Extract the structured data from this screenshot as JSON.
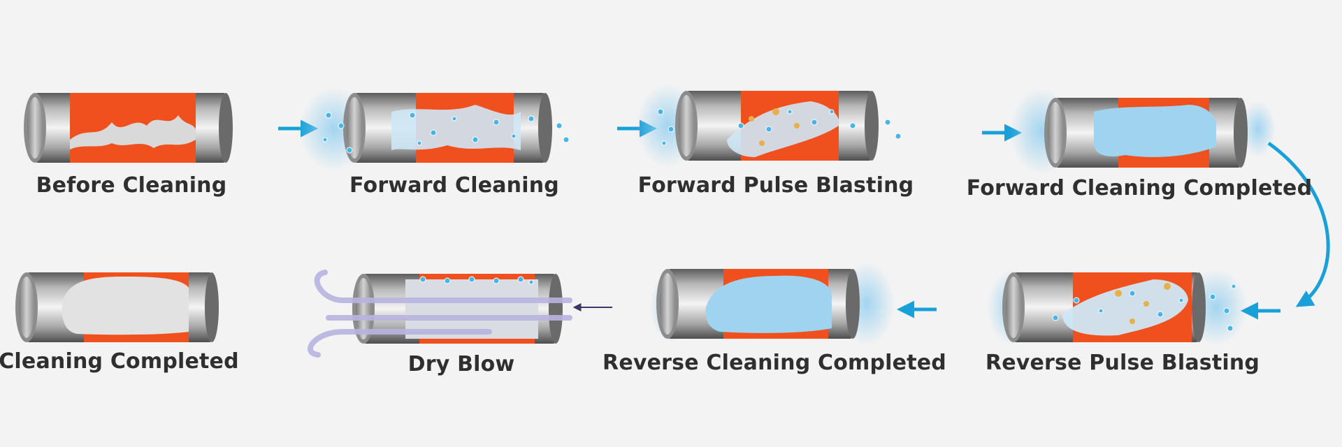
{
  "colors": {
    "background": "#f3f3f3",
    "tube_metal": "#9a9a9a",
    "deposit": "#f0501e",
    "water": "#9fd3f0",
    "bubble": "#49b4e6",
    "arrow": "#1aa0d9",
    "air": "#b8b4e0",
    "air_arrow": "#3c3766",
    "label_text": "#2f2f2f"
  },
  "steps": [
    {
      "id": "before-cleaning",
      "label": "Before Cleaning",
      "state": "dirty"
    },
    {
      "id": "forward-cleaning",
      "label": "Forward Cleaning",
      "state": "washing-forward"
    },
    {
      "id": "forward-pulse-blasting",
      "label": "Forward Pulse Blasting",
      "state": "blasting-forward"
    },
    {
      "id": "forward-cleaning-completed",
      "label": "Forward Cleaning Completed",
      "state": "half-clean"
    },
    {
      "id": "reverse-pulse-blasting",
      "label": "Reverse Pulse Blasting",
      "state": "blasting-reverse"
    },
    {
      "id": "reverse-cleaning-completed",
      "label": "Reverse Cleaning Completed",
      "state": "clean-wet"
    },
    {
      "id": "dry-blow",
      "label": "Dry Blow",
      "state": "drying"
    },
    {
      "id": "cleaning-completed",
      "label": "Cleaning Completed",
      "state": "clean"
    }
  ],
  "flow_icons": {
    "water_arrow": "right-arrow-icon",
    "turn_arrow": "curved-arrow-icon",
    "air_arrow": "left-arrow-icon",
    "air_stream": "wind-icon"
  }
}
